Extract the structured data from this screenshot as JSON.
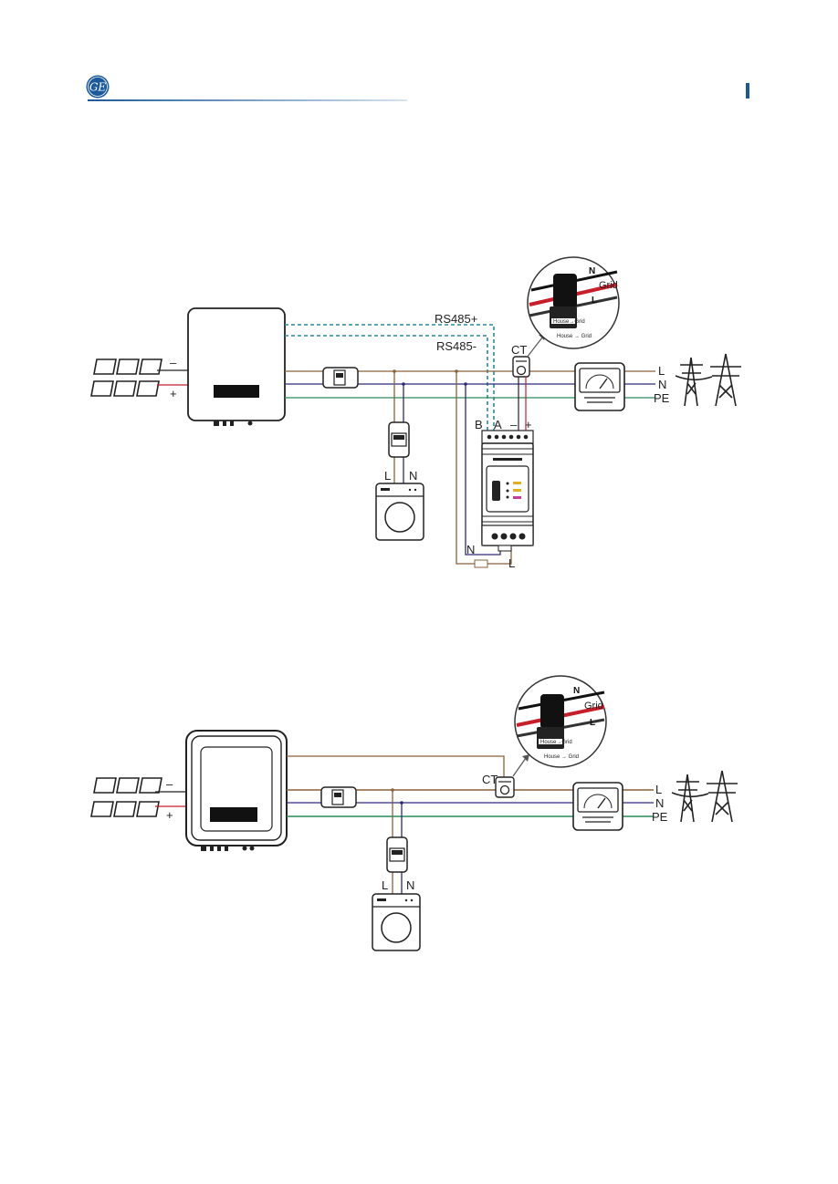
{
  "colors": {
    "brand": "#1a5a9a",
    "live": "#8a6239",
    "neutral": "#2e2a7a",
    "earth": "#2a8a5a",
    "rs485": "#2a8aa0",
    "ct_cable": "#c81e2a"
  },
  "header": {
    "logo_text": "GE"
  },
  "diagram1": {
    "pv_minus": "–",
    "pv_plus": "+",
    "rs485_plus": "RS485+",
    "rs485_minus": "RS485-",
    "ct": "CT",
    "line_l": "L",
    "line_n": "N",
    "line_pe": "PE",
    "load_l": "L",
    "load_n": "N",
    "meter_b": "B",
    "meter_a": "A",
    "meter_minus": "–",
    "meter_plus": "+",
    "meter_n": "N",
    "meter_l": "L",
    "detail_n": "N",
    "detail_grid": "Grid",
    "detail_l": "L",
    "detail_dir": "House → Grid"
  },
  "diagram2": {
    "pv_minus": "–",
    "pv_plus": "+",
    "ct": "CT",
    "line_l": "L",
    "line_n": "N",
    "line_pe": "PE",
    "load_l": "L",
    "load_n": "N",
    "detail_n": "N",
    "detail_grid": "Grid",
    "detail_l": "L",
    "detail_dir": "House → Grid"
  }
}
